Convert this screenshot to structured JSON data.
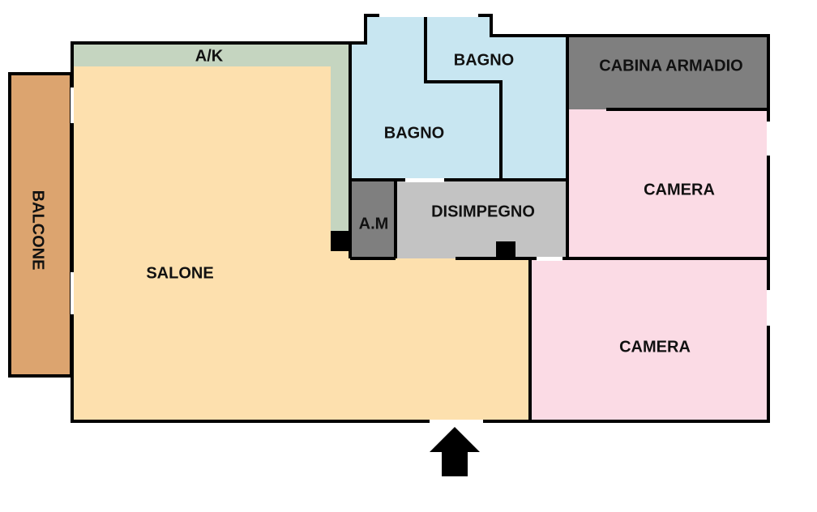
{
  "colors": {
    "salone": "#fde0ae",
    "kitchen": "#c5d5c0",
    "bathroom": "#c8e6f1",
    "bedroom": "#fbdbe5",
    "closet": "#7f7f7f",
    "hall": "#c3c3c3",
    "balcony": "#dca46f",
    "walls": "#000000",
    "opening": "#ffffff"
  },
  "rooms": {
    "balcone": "BALCONE",
    "ak": "A/K",
    "salone": "SALONE",
    "bagno_top": "BAGNO",
    "bagno": "BAGNO",
    "cabina": "CABINA ARMADIO",
    "am": "A.M",
    "disimpegno": "DISIMPEGNO",
    "camera_top": "CAMERA",
    "camera_bottom": "CAMERA"
  },
  "icons": {
    "entrance": "entrance-arrow-icon"
  }
}
